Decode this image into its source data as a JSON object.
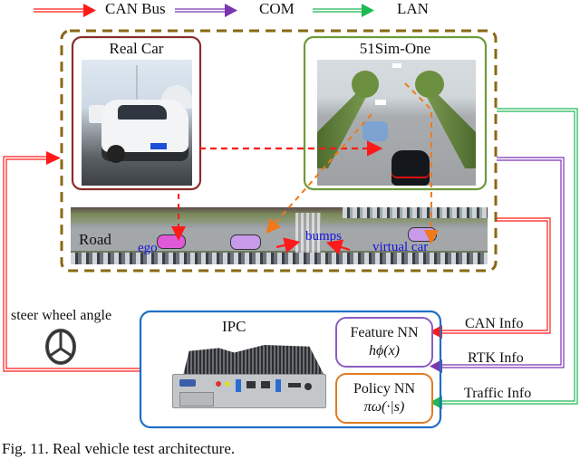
{
  "legend": {
    "items": [
      {
        "label": "CAN Bus",
        "color": "#ff1a1a"
      },
      {
        "label": "COM",
        "color": "#7a35b0"
      },
      {
        "label": "LAN",
        "color": "#1db954"
      }
    ]
  },
  "panels": {
    "real_car": {
      "title": "Real Car",
      "border_color": "#8b2e2a"
    },
    "sim": {
      "title": "51Sim-One",
      "border_color": "#6e9a3a"
    },
    "outer_border_color": "#8a6914"
  },
  "road": {
    "label": "Road",
    "ego_label": "ego",
    "bumps_label": "bumps",
    "virtual_label": "virtual car"
  },
  "steer": {
    "label": "steer wheel angle"
  },
  "ipc": {
    "title": "IPC",
    "border_color": "#1f6fc4",
    "feature_nn": {
      "title": "Feature NN",
      "formula": "hϕ(x)",
      "border_color": "#8a5cc0"
    },
    "policy_nn": {
      "title": "Policy NN",
      "formula": "πω(·|s)",
      "border_color": "#e07b22"
    }
  },
  "inputs": [
    {
      "label": "CAN Info",
      "color": "#ff1a1a"
    },
    {
      "label": "RTK Info",
      "color": "#7a35b0"
    },
    {
      "label": "Traffic Info",
      "color": "#1db954"
    }
  ],
  "caption": "Fig. 11.  Real vehicle test architecture."
}
